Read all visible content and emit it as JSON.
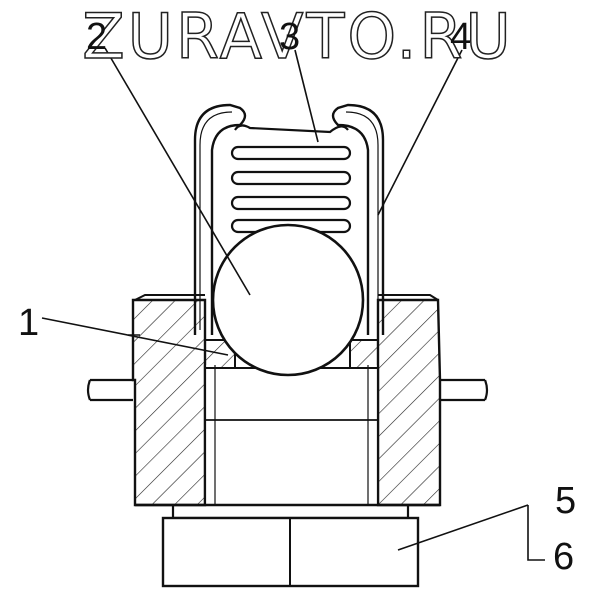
{
  "watermark": "ZURAVTO.RU",
  "callouts": {
    "c1": "1",
    "c2": "2",
    "c3": "3",
    "c4": "4",
    "c5": "5",
    "c6": "6"
  }
}
